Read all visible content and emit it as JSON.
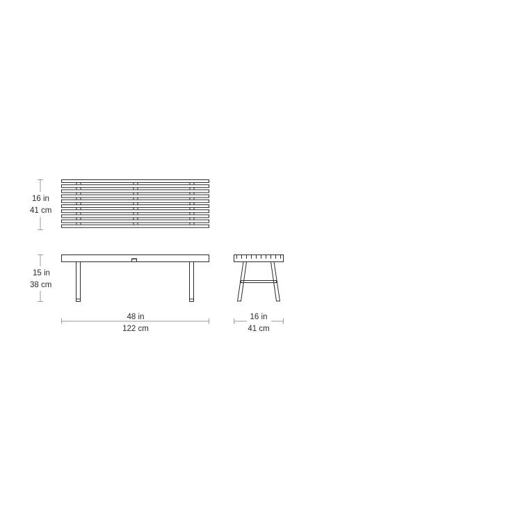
{
  "dimensions": {
    "top_view_depth": {
      "imperial": "16 in",
      "metric": "41 cm"
    },
    "front_view_height": {
      "imperial": "15 in",
      "metric": "38 cm"
    },
    "front_view_width": {
      "imperial": "48 in",
      "metric": "122 cm"
    },
    "side_view_depth": {
      "imperial": "16 in",
      "metric": "41 cm"
    }
  },
  "colors": {
    "line": "#2a2a2a",
    "dimension_line": "#9a9a9a",
    "text": "#2a2a2a",
    "background": "#ffffff"
  }
}
